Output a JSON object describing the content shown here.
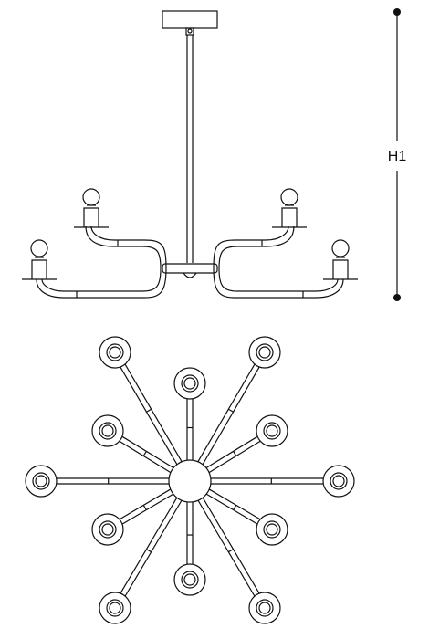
{
  "dimension": {
    "label": "H1"
  },
  "plan_view": {
    "arm_count": 12,
    "arm_angles_deg": [
      -120,
      -90,
      -60,
      -150,
      -30,
      180,
      0,
      150,
      30,
      120,
      90,
      60
    ]
  },
  "colors": {
    "line": "#111111",
    "background": "#ffffff"
  }
}
